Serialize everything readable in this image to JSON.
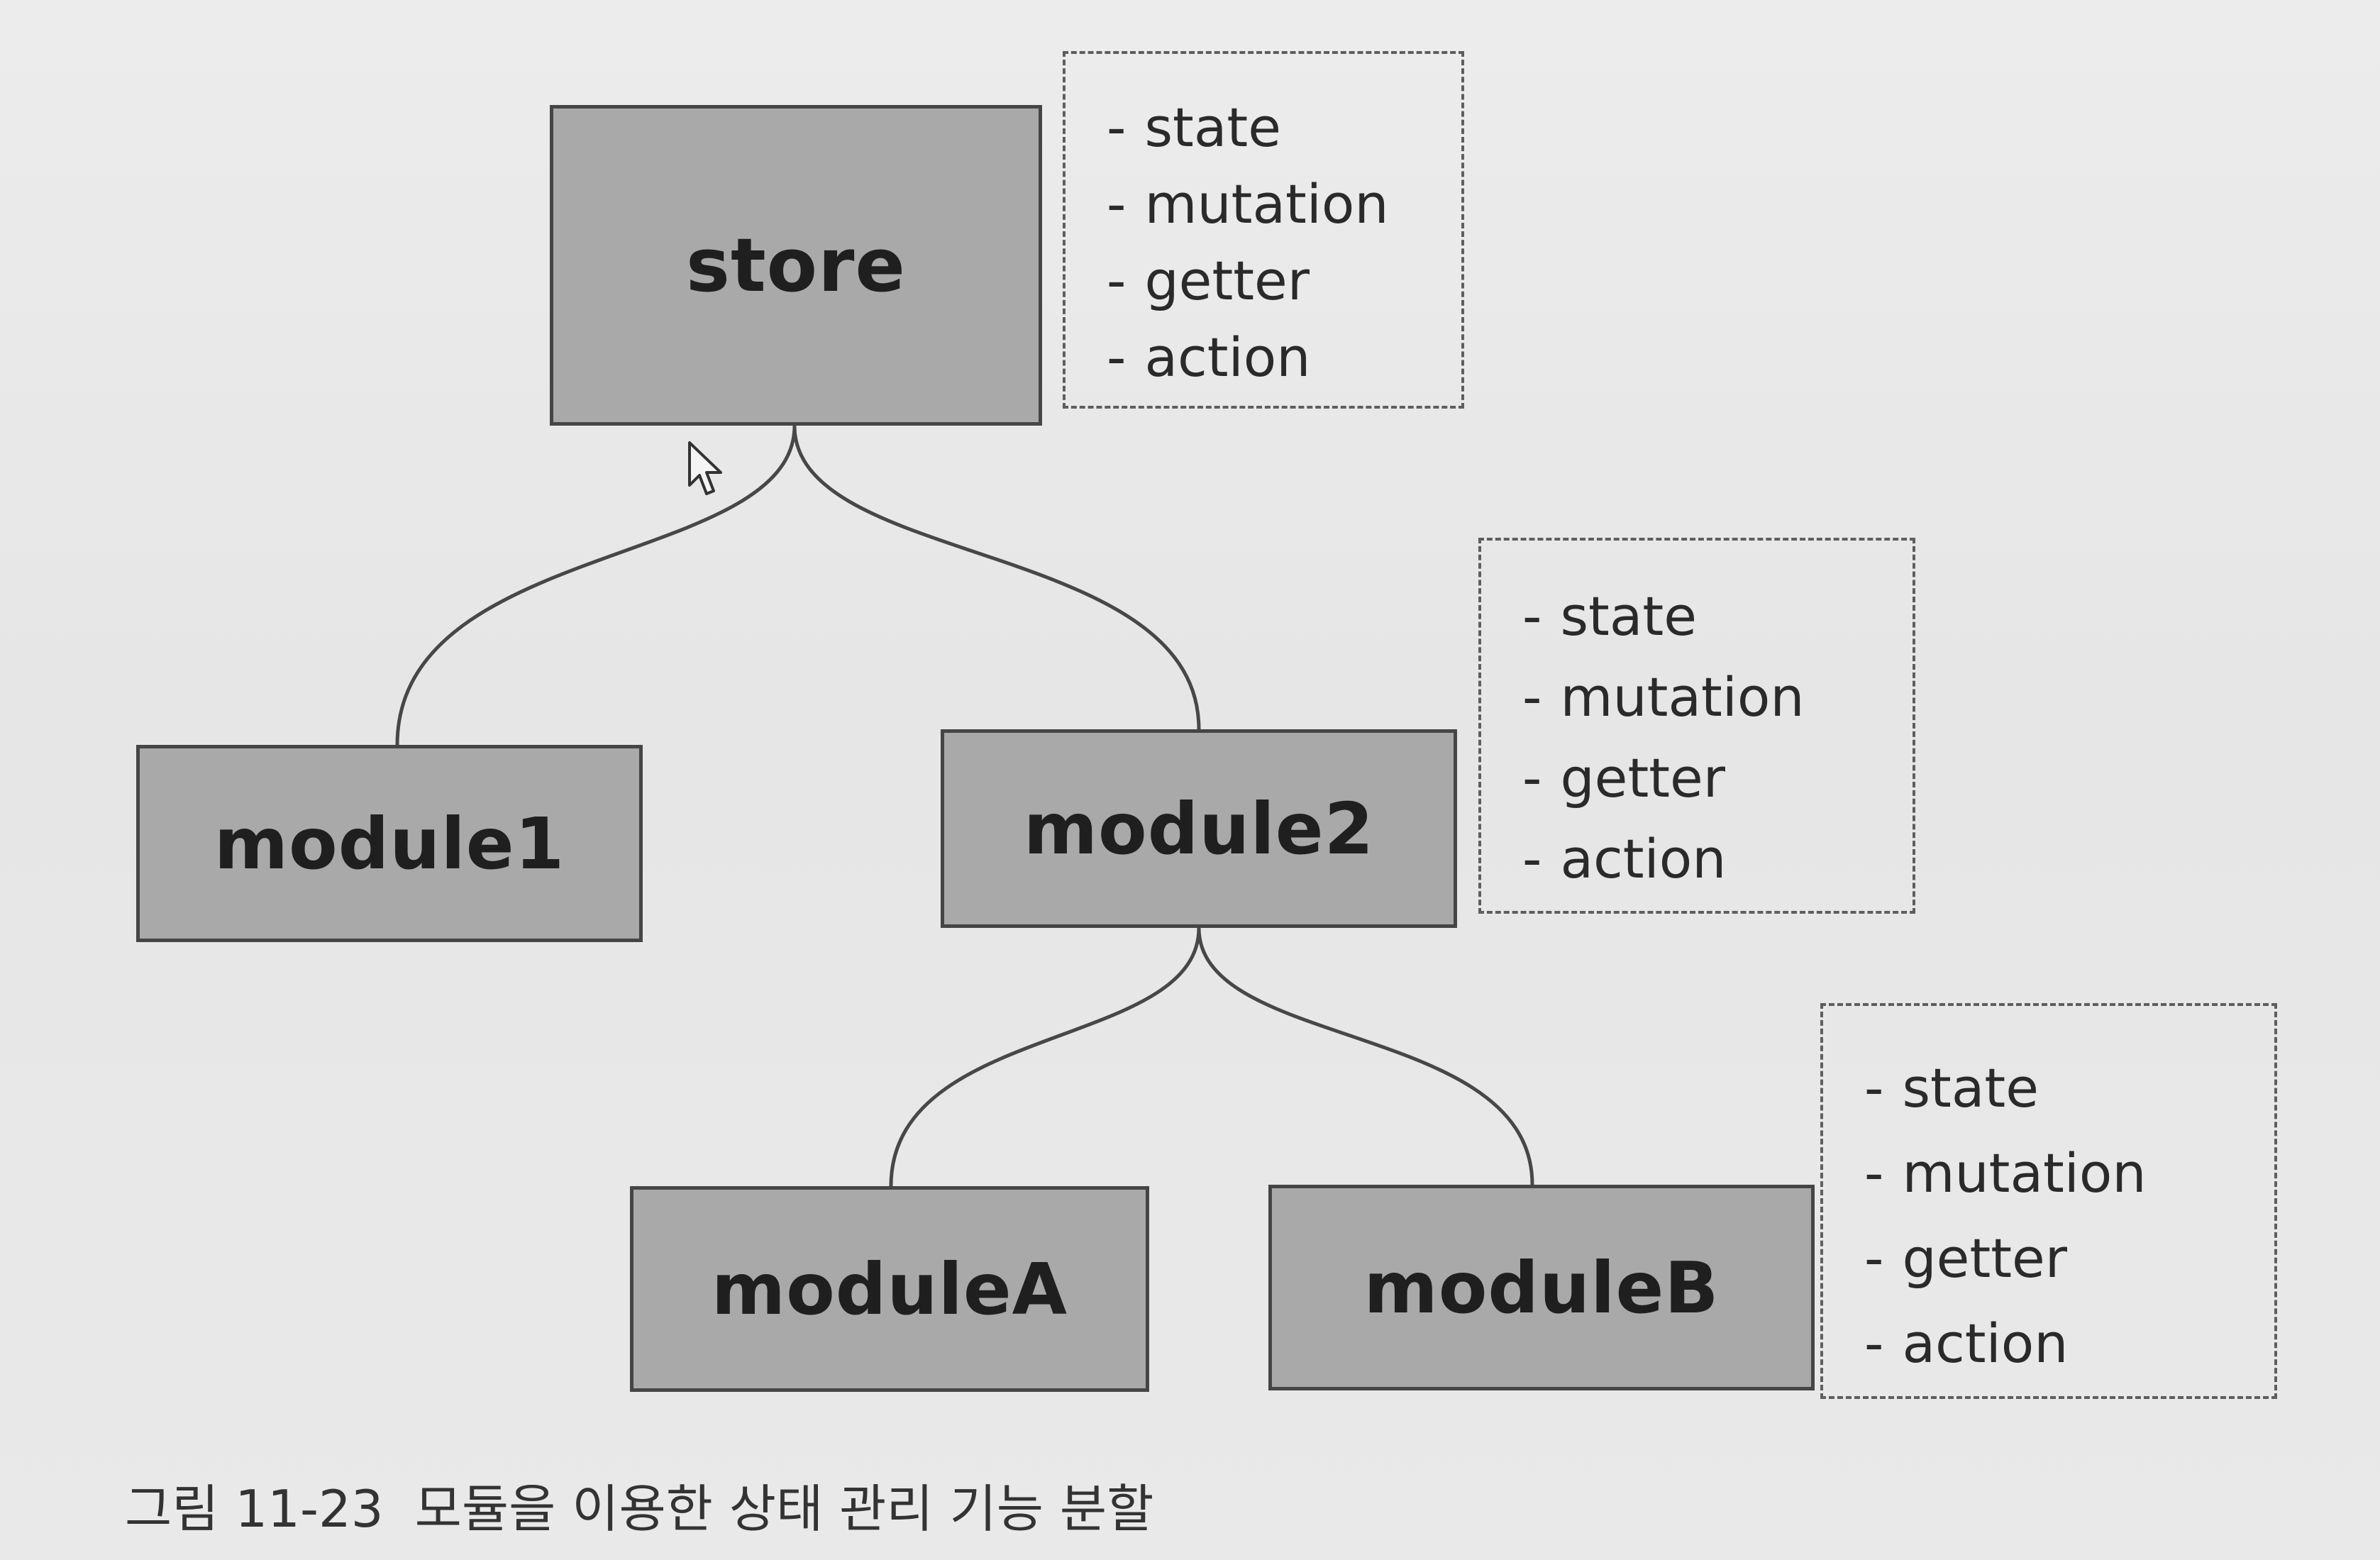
{
  "diagram": {
    "nodes": {
      "store": "store",
      "module1": "module1",
      "module2": "module2",
      "moduleA": "moduleA",
      "moduleB": "moduleB"
    },
    "property_boxes": [
      {
        "items": [
          "state",
          "mutation",
          "getter",
          "action"
        ]
      },
      {
        "items": [
          "state",
          "mutation",
          "getter",
          "action"
        ]
      },
      {
        "items": [
          "state",
          "mutation",
          "getter",
          "action"
        ]
      }
    ],
    "dash": "-"
  },
  "caption": {
    "number": "그림 11-23",
    "text": "모듈을 이용한 상태 관리 기능 분할"
  },
  "colors": {
    "node_fill": "#a9a9a9",
    "node_border": "#454545",
    "background": "#e9e9e9",
    "line": "#474747"
  },
  "icons": [
    "mouse-pointer-icon"
  ]
}
